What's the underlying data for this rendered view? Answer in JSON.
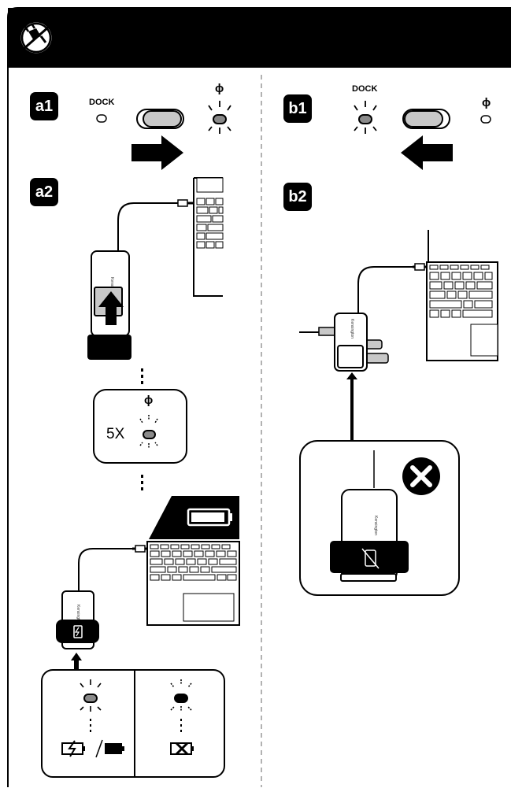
{
  "steps": {
    "a1": "a1",
    "a2": "a2",
    "b1": "b1",
    "b2": "b2"
  },
  "labels": {
    "dock": "DOCK",
    "qi": "ϕ",
    "blink_count": "5X",
    "brand": "Kensington"
  },
  "icons": {
    "header": "unplug-icon",
    "error": "x-circle-icon",
    "charging": "battery-charging-icon",
    "charged": "battery-full-icon",
    "not_charging": "battery-x-icon",
    "no_phone": "phone-crossed-icon"
  },
  "colors": {
    "header_bg": "#000000",
    "led": "#8a8a8a",
    "outline": "#000000"
  }
}
